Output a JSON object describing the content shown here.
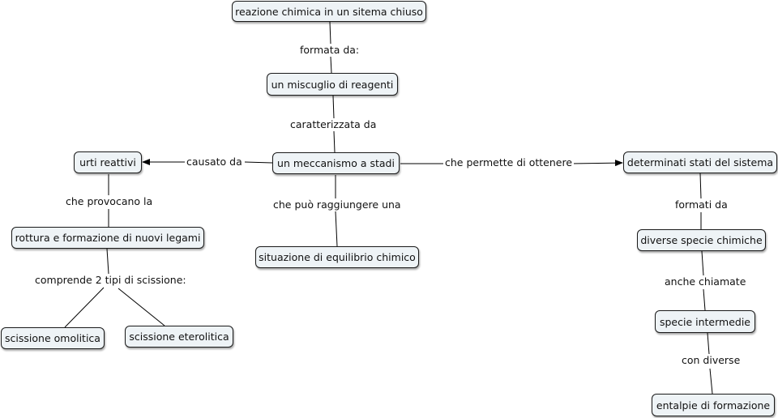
{
  "concepts": {
    "reazione": "reazione chimica in un sitema chiuso",
    "miscuglio": "un miscuglio di reagenti",
    "meccanismo": "un meccanismo a stadi",
    "urti": "urti reattivi",
    "stati": "determinati stati del sistema",
    "rottura": "rottura e formazione di nuovi legami",
    "equilibrio": "situazione di equilibrio chimico",
    "specie_chimiche": "diverse specie chimiche",
    "omolitica": "scissione omolitica",
    "eterolitica": "scissione eterolitica",
    "intermedie": "specie intermedie",
    "entalpie": "entalpie di formazione"
  },
  "links": {
    "formata_da": "formata da:",
    "caratterizzata_da": "caratterizzata da",
    "causato_da": "causato da",
    "che_permette": "che permette di ottenere",
    "che_provocano": "che provocano la",
    "che_puo": "che può raggiungere una",
    "formati_da": "formati da",
    "comprende": "comprende 2 tipi di scissione:",
    "anche_chiamate": "anche chiamate",
    "con_diverse": "con diverse"
  }
}
